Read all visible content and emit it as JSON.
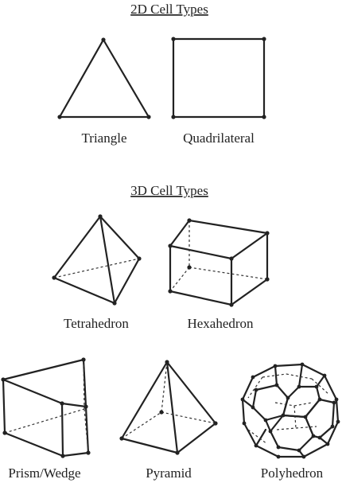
{
  "sections": {
    "two_d_title": "2D Cell Types",
    "three_d_title": "3D Cell Types"
  },
  "shapes": {
    "triangle": "Triangle",
    "quadrilateral": "Quadrilateral",
    "tetrahedron": "Tetrahedron",
    "hexahedron": "Hexahedron",
    "prism": "Prism/Wedge",
    "pyramid": "Pyramid",
    "polyhedron": "Polyhedron"
  }
}
